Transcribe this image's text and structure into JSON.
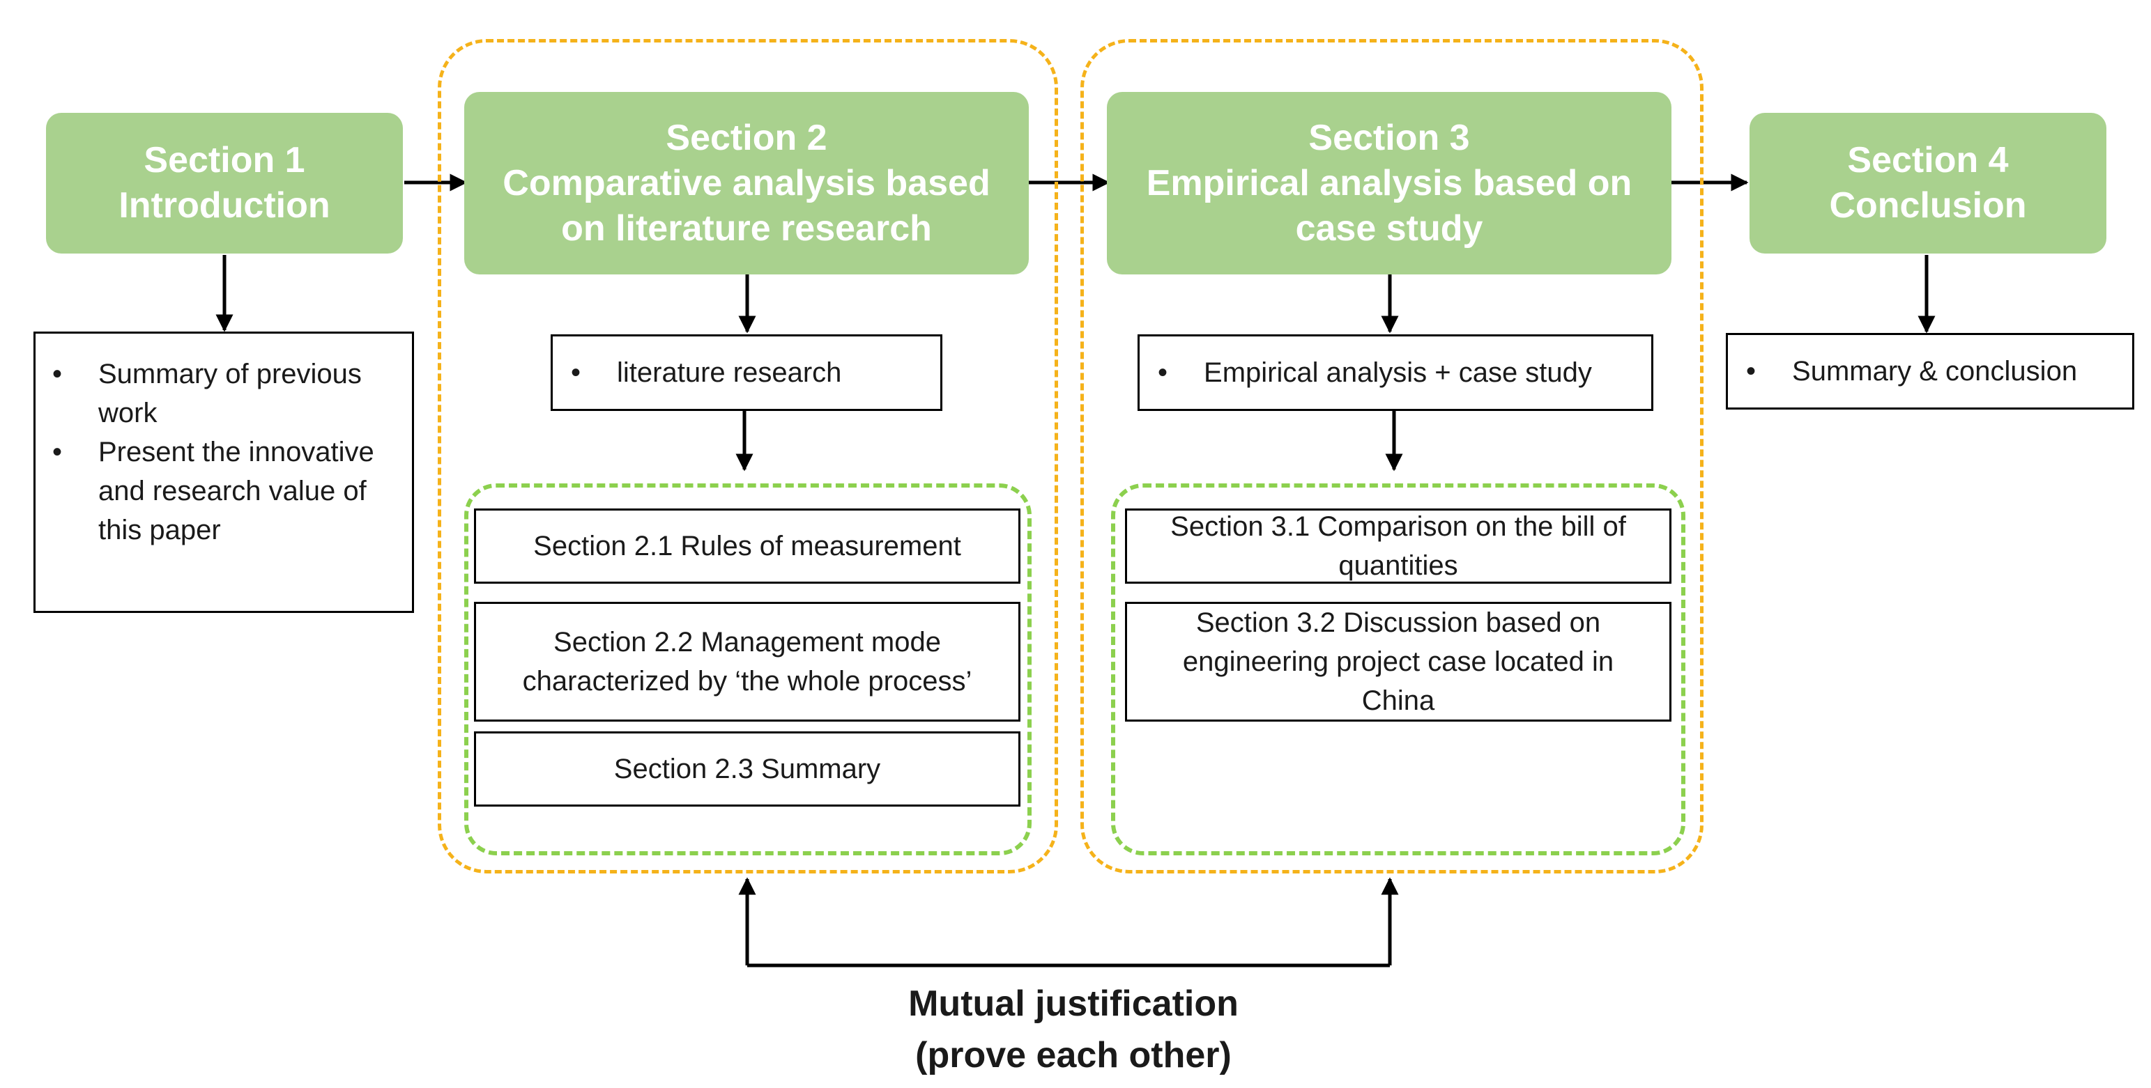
{
  "sections": {
    "s1": {
      "title": "Section 1",
      "subtitle": "Introduction",
      "bullets": [
        "Summary of previous work",
        "Present the innovative and research value of this paper"
      ]
    },
    "s2": {
      "title": "Section 2",
      "subtitle_line1": "Comparative analysis based",
      "subtitle_line2": "on literature research",
      "method": "literature research",
      "subsections": [
        "Section 2.1  Rules of measurement",
        "Section 2.2  Management mode characterized by ‘the whole process’",
        "Section 2.3  Summary"
      ]
    },
    "s3": {
      "title": "Section 3",
      "subtitle_line1": "Empirical analysis based on",
      "subtitle_line2": "case study",
      "method": "Empirical analysis + case study",
      "subsections": [
        "Section 3.1  Comparison on the bill of quantities",
        "Section 3.2  Discussion based on engineering project case located in China"
      ]
    },
    "s4": {
      "title": "Section 4",
      "subtitle": "Conclusion",
      "method": "Summary & conclusion"
    }
  },
  "bullet_symbol": "•",
  "caption": {
    "line1": "Mutual justification",
    "line2": "(prove each other)"
  },
  "colors": {
    "header_fill": "#a9d18e",
    "header_text": "#ffffff",
    "outer_dash": "#f5b21a",
    "inner_dash": "#8cd04e",
    "lines": "#000000"
  }
}
